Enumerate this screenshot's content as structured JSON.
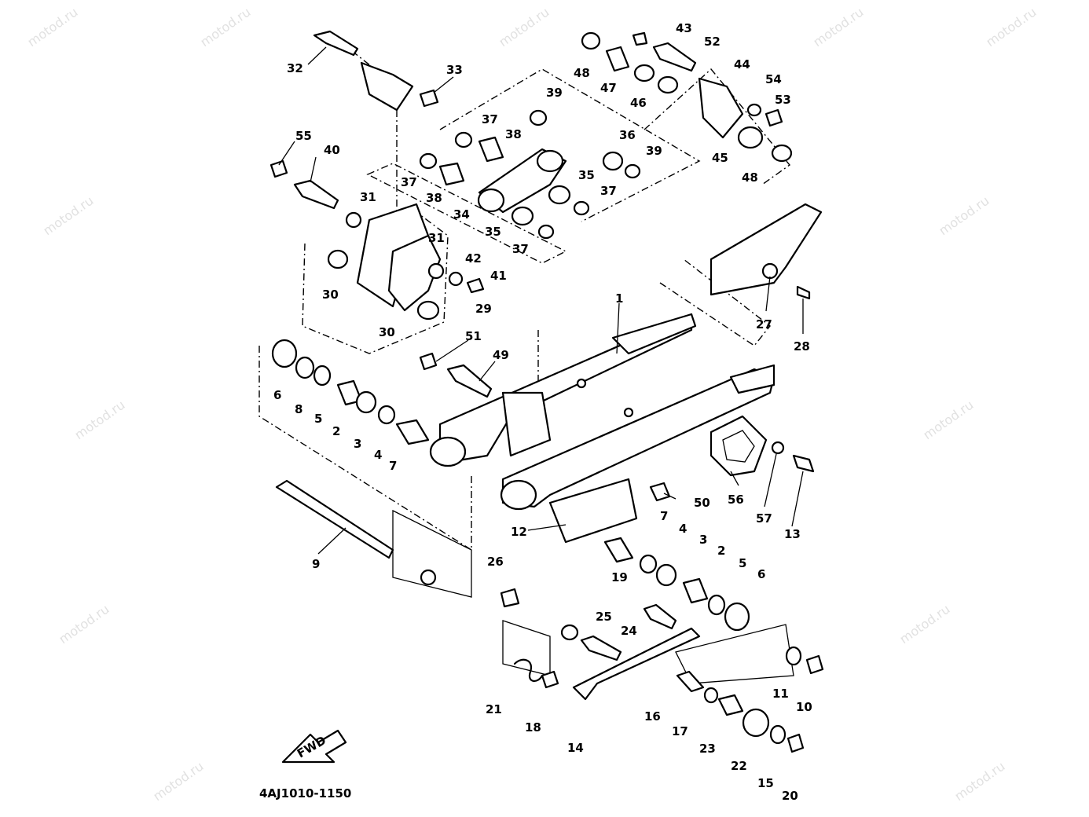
{
  "watermark": "motod.ru",
  "diagram_code": "4AJ1010-1150",
  "fwd_label": "FWD",
  "callouts": {
    "c1": "1",
    "c2a": "2",
    "c2b": "2",
    "c3a": "3",
    "c3b": "3",
    "c4a": "4",
    "c4b": "4",
    "c5a": "5",
    "c5b": "5",
    "c6a": "6",
    "c6b": "6",
    "c7a": "7",
    "c7b": "7",
    "c8": "8",
    "c9": "9",
    "c10": "10",
    "c11": "11",
    "c12": "12",
    "c13": "13",
    "c14": "14",
    "c15": "15",
    "c16": "16",
    "c17": "17",
    "c18": "18",
    "c19": "19",
    "c20": "20",
    "c21": "21",
    "c22": "22",
    "c23": "23",
    "c24": "24",
    "c25": "25",
    "c26": "26",
    "c27": "27",
    "c28": "28",
    "c29": "29",
    "c30a": "30",
    "c30b": "30",
    "c31a": "31",
    "c31b": "31",
    "c32": "32",
    "c33": "33",
    "c34": "34",
    "c35a": "35",
    "c35b": "35",
    "c36": "36",
    "c37a": "37",
    "c37b": "37",
    "c37c": "37",
    "c37d": "37",
    "c38a": "38",
    "c38b": "38",
    "c39a": "39",
    "c39b": "39",
    "c40": "40",
    "c41": "41",
    "c42": "42",
    "c43": "43",
    "c44": "44",
    "c45": "45",
    "c46": "46",
    "c47": "47",
    "c48a": "48",
    "c48b": "48",
    "c49": "49",
    "c50": "50",
    "c51": "51",
    "c52": "52",
    "c53": "53",
    "c54": "54",
    "c55": "55",
    "c56": "56",
    "c57": "57"
  }
}
